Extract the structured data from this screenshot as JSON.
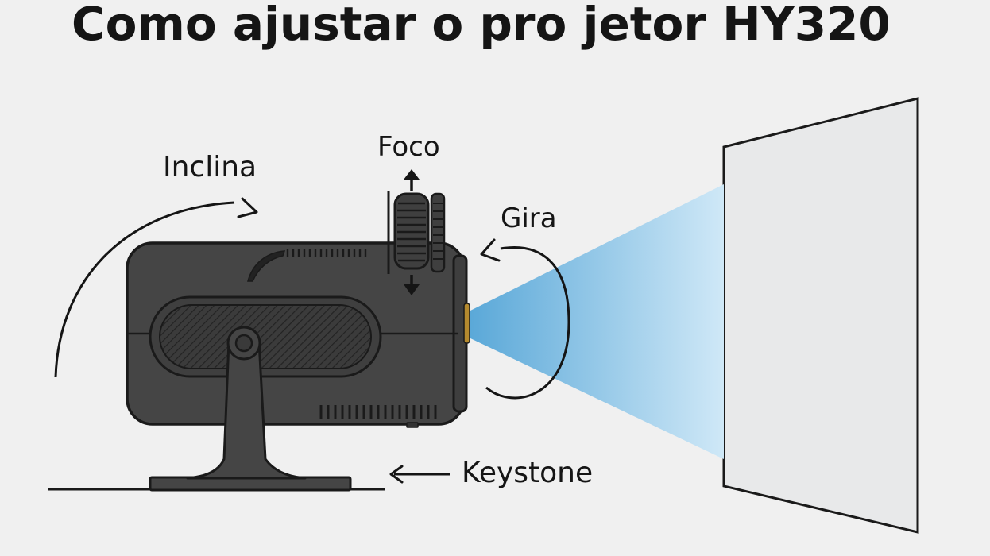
{
  "title": "Como ajustar o pro jetor HY320",
  "labels": {
    "tilt": "Inclina",
    "focus": "Foco",
    "rotate": "Gira",
    "keystone": "Keystone"
  },
  "colors": {
    "background": "#f0f0f0",
    "projector_body": "#454545",
    "outline": "#1a1a1a",
    "beam": "#5aa8d8",
    "screen": "#e8e9ea"
  }
}
